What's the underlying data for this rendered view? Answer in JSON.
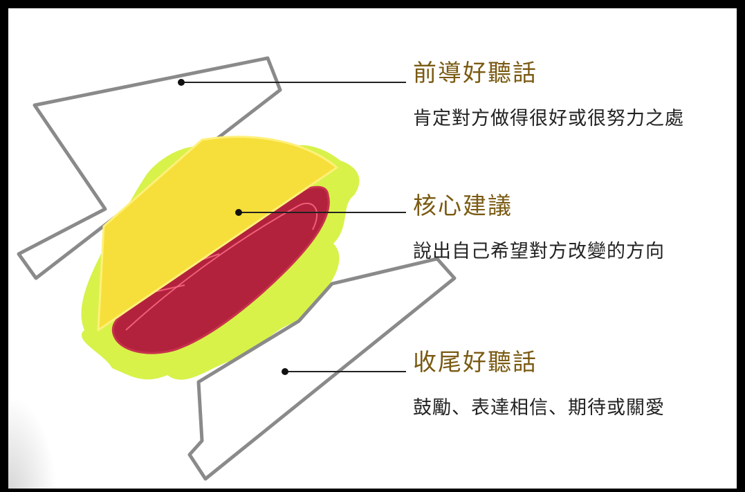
{
  "diagram": {
    "sections": [
      {
        "title": "前導好聽話",
        "description": "肯定對方做得很好或很努力之處"
      },
      {
        "title": "核心建議",
        "description": "說出自己希望對方改變的方向"
      },
      {
        "title": "收尾好聽話",
        "description": "鼓勵、表達相信、期待或關愛"
      }
    ],
    "colors": {
      "title_text": "#7a5a12",
      "bread_outline": "#8a8a8a",
      "cheese": "#f6df3a",
      "lettuce": "#d8f24a",
      "meat": "#b3223d",
      "frame": "#000000"
    }
  }
}
